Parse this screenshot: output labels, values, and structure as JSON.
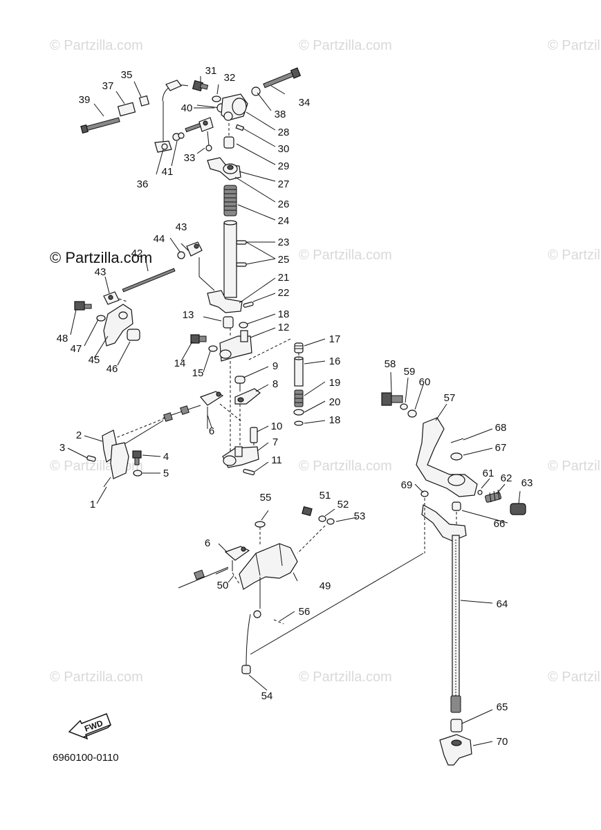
{
  "watermark": {
    "text": "© Partzilla.com",
    "main_text": "© Partzilla.com"
  },
  "diagram_code": "6960100-0110",
  "fwd_label": "FWD",
  "callouts": [
    {
      "id": "1",
      "label": "1"
    },
    {
      "id": "2",
      "label": "2"
    },
    {
      "id": "3",
      "label": "3"
    },
    {
      "id": "4",
      "label": "4"
    },
    {
      "id": "5",
      "label": "5"
    },
    {
      "id": "6a",
      "label": "6"
    },
    {
      "id": "6b",
      "label": "6"
    },
    {
      "id": "7",
      "label": "7"
    },
    {
      "id": "8",
      "label": "8"
    },
    {
      "id": "9",
      "label": "9"
    },
    {
      "id": "10",
      "label": "10"
    },
    {
      "id": "11",
      "label": "11"
    },
    {
      "id": "12",
      "label": "12"
    },
    {
      "id": "13",
      "label": "13"
    },
    {
      "id": "14",
      "label": "14"
    },
    {
      "id": "15",
      "label": "15"
    },
    {
      "id": "16",
      "label": "16"
    },
    {
      "id": "17",
      "label": "17"
    },
    {
      "id": "18a",
      "label": "18"
    },
    {
      "id": "18b",
      "label": "18"
    },
    {
      "id": "19",
      "label": "19"
    },
    {
      "id": "20",
      "label": "20"
    },
    {
      "id": "21",
      "label": "21"
    },
    {
      "id": "22",
      "label": "22"
    },
    {
      "id": "23",
      "label": "23"
    },
    {
      "id": "24",
      "label": "24"
    },
    {
      "id": "25",
      "label": "25"
    },
    {
      "id": "26",
      "label": "26"
    },
    {
      "id": "27",
      "label": "27"
    },
    {
      "id": "28",
      "label": "28"
    },
    {
      "id": "29",
      "label": "29"
    },
    {
      "id": "30",
      "label": "30"
    },
    {
      "id": "31",
      "label": "31"
    },
    {
      "id": "32",
      "label": "32"
    },
    {
      "id": "33",
      "label": "33"
    },
    {
      "id": "34",
      "label": "34"
    },
    {
      "id": "35",
      "label": "35"
    },
    {
      "id": "36",
      "label": "36"
    },
    {
      "id": "37",
      "label": "37"
    },
    {
      "id": "38",
      "label": "38"
    },
    {
      "id": "39",
      "label": "39"
    },
    {
      "id": "40",
      "label": "40"
    },
    {
      "id": "41",
      "label": "41"
    },
    {
      "id": "42",
      "label": "42"
    },
    {
      "id": "43a",
      "label": "43"
    },
    {
      "id": "43b",
      "label": "43"
    },
    {
      "id": "44",
      "label": "44"
    },
    {
      "id": "45",
      "label": "45"
    },
    {
      "id": "46",
      "label": "46"
    },
    {
      "id": "47",
      "label": "47"
    },
    {
      "id": "48",
      "label": "48"
    },
    {
      "id": "49",
      "label": "49"
    },
    {
      "id": "50",
      "label": "50"
    },
    {
      "id": "51",
      "label": "51"
    },
    {
      "id": "52",
      "label": "52"
    },
    {
      "id": "53",
      "label": "53"
    },
    {
      "id": "54",
      "label": "54"
    },
    {
      "id": "55",
      "label": "55"
    },
    {
      "id": "56",
      "label": "56"
    },
    {
      "id": "57",
      "label": "57"
    },
    {
      "id": "58",
      "label": "58"
    },
    {
      "id": "59",
      "label": "59"
    },
    {
      "id": "60",
      "label": "60"
    },
    {
      "id": "61",
      "label": "61"
    },
    {
      "id": "62",
      "label": "62"
    },
    {
      "id": "63",
      "label": "63"
    },
    {
      "id": "64",
      "label": "64"
    },
    {
      "id": "65",
      "label": "65"
    },
    {
      "id": "66",
      "label": "66"
    },
    {
      "id": "67",
      "label": "67"
    },
    {
      "id": "68",
      "label": "68"
    },
    {
      "id": "69",
      "label": "69"
    },
    {
      "id": "70",
      "label": "70"
    }
  ]
}
